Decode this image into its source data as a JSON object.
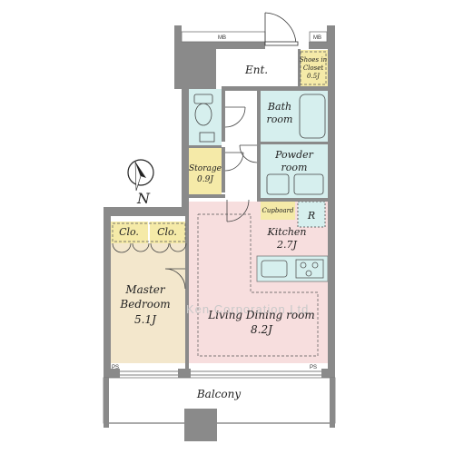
{
  "floor_plan": {
    "rooms": {
      "entrance": "Ent.",
      "shoes_closet": [
        "Shoes in",
        "Closet",
        "0.5J"
      ],
      "bath": [
        "Bath",
        "room"
      ],
      "storage": [
        "Storage",
        "0.9J"
      ],
      "powder": [
        "Powder",
        "room"
      ],
      "cupboard": "Cupboard",
      "fridge": "R",
      "kitchen": [
        "Kitchen",
        "2.7J"
      ],
      "closet_1": "Clo.",
      "closet_2": "Clo.",
      "master": [
        "Master",
        "Bedroom",
        "5.1J"
      ],
      "living": [
        "Living Dining room",
        "8.2J"
      ],
      "balcony": "Balcony"
    },
    "meter_boxes": [
      "MB",
      "MB"
    ],
    "pipe_spaces": [
      "PS",
      "PS"
    ],
    "compass": "N",
    "watermark": "Ken Corporation Ltd."
  },
  "colors": {
    "wall": "#8a8a8a",
    "wet_area": "#d6efee",
    "yellow_room": "#f5eaa8",
    "living": "#f7dede",
    "bedroom": "#f3e7cc",
    "balcony": "#ffffff"
  }
}
